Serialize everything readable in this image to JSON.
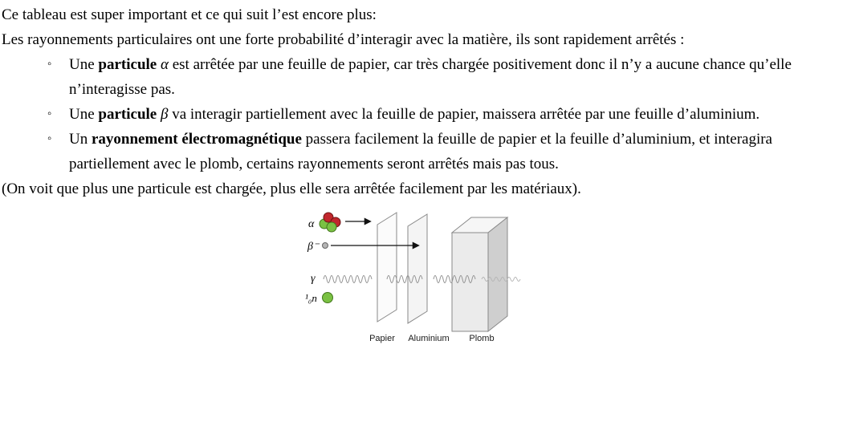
{
  "page": {
    "intro1": "Ce tableau est super important et ce qui suit l’est encore plus:",
    "intro2": "Les rayonnements particulaires ont une forte probabilité d’interagir avec la matière, ils sont rapidement arrêtés :",
    "bullet_marker": "◦",
    "bullets": [
      {
        "pre": "Une ",
        "bold": "particule",
        "symbol": " α",
        "rest": " est arrêtée par une feuille de papier, car très chargée positivement donc il n’y a aucune chance qu’elle n’interagisse pas."
      },
      {
        "pre": "Une ",
        "bold": "particule",
        "symbol": " β",
        "rest": " va interagir partiellement avec la feuille de papier, maissera arrêtée par une feuille d’aluminium."
      },
      {
        "pre": "Un ",
        "bold": "rayonnement électromagnétique",
        "symbol": "",
        "rest": " passera facilement la feuille de papier et la feuille d’aluminium, et interagira partiellement avec le plomb, certains rayonnements seront arrêtés mais pas tous."
      }
    ],
    "outro": "(On voit que plus une particule est chargée, plus elle sera arrêtée facilement par les matériaux)."
  },
  "diagram": {
    "particles": {
      "alpha": "α",
      "beta": "β⁻",
      "gamma": "γ",
      "neutron": "¹₀n"
    },
    "materials": [
      "Papier",
      "Aluminium",
      "Plomb"
    ],
    "colors": {
      "proton_red": "#c1272d",
      "neutron_green": "#7ac143",
      "sheet_gray": "#fafafa",
      "lead_side_gray": "#cfcfcf"
    }
  }
}
